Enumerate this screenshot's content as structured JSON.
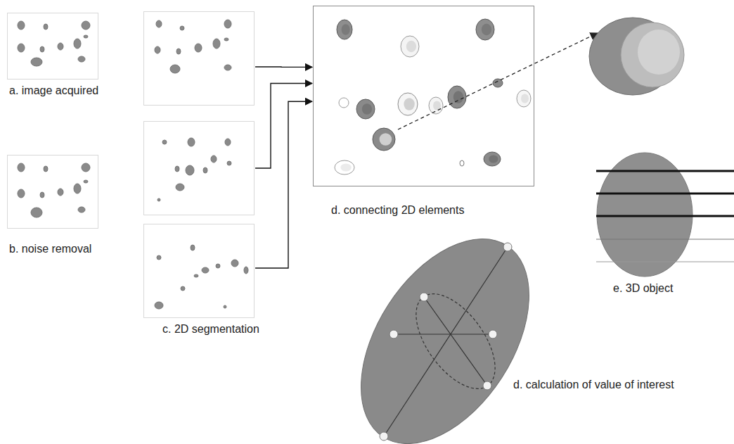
{
  "diagram": {
    "nodes": [
      {
        "text": [
          "a. image acquired"
        ]
      },
      {
        "text": [
          "b. noise removal"
        ]
      },
      {
        "text": []
      },
      {
        "text": []
      },
      {
        "text": [
          "c. 2D segmentation"
        ]
      },
      {
        "text": [
          "d. connecting 2D elements"
        ]
      },
      {
        "text": [
          "d. calculation of value of interest"
        ]
      },
      {
        "text": [
          "e. 3D object"
        ]
      }
    ],
    "edges": [
      {
        "from": 2,
        "to": 5,
        "arrow": "to"
      },
      {
        "from": 3,
        "to": 5,
        "arrow": "to"
      },
      {
        "from": 4,
        "to": 5,
        "arrow": "to"
      }
    ]
  }
}
